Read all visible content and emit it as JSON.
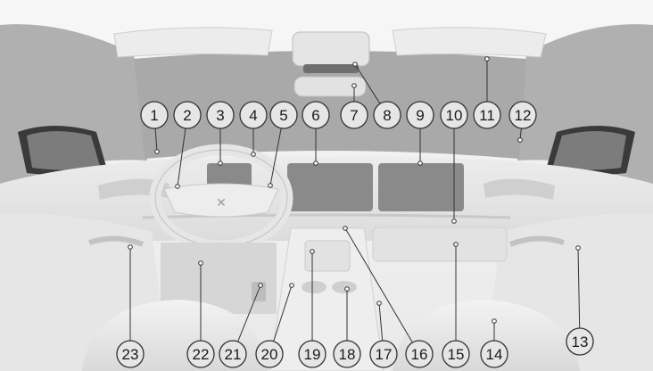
{
  "diagram": {
    "callouts": [
      {
        "number": "1"
      },
      {
        "number": "2"
      },
      {
        "number": "3"
      },
      {
        "number": "4"
      },
      {
        "number": "5"
      },
      {
        "number": "6"
      },
      {
        "number": "7"
      },
      {
        "number": "8"
      },
      {
        "number": "9"
      },
      {
        "number": "10"
      },
      {
        "number": "11"
      },
      {
        "number": "12"
      },
      {
        "number": "13"
      },
      {
        "number": "14"
      },
      {
        "number": "15"
      },
      {
        "number": "16"
      },
      {
        "number": "17"
      },
      {
        "number": "18"
      },
      {
        "number": "19"
      },
      {
        "number": "20"
      },
      {
        "number": "21"
      },
      {
        "number": "22"
      },
      {
        "number": "23"
      }
    ]
  },
  "colors": {
    "callout_fill": "#e6e6e6",
    "callout_stroke": "#333333",
    "screen_gray": "#8a8a8a",
    "glass_gray": "#a9a9a9",
    "interior_white": "#f1f1f1"
  }
}
